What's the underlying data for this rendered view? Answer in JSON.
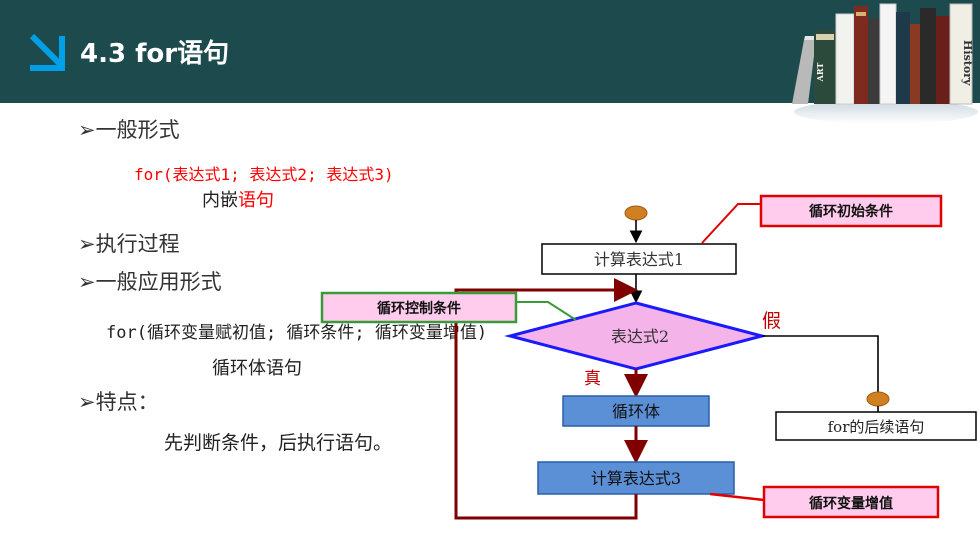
{
  "header": {
    "title": "4.3 for语句",
    "book_labels": [
      "ART",
      "History"
    ]
  },
  "content": {
    "bullet_general_form": "➢一般形式",
    "for_syntax": "for(表达式1; 表达式2; 表达式3)",
    "embedded_prefix": "内嵌",
    "embedded_statement": "语句",
    "bullet_execution": "➢执行过程",
    "bullet_application": "➢一般应用形式",
    "application_syntax": "for(循环变量赋初值; 循环条件; 循环变量增值)",
    "loop_body_statement": "循环体语句",
    "bullet_features": "➢特点：",
    "feature_text": "先判断条件，后执行语句。"
  },
  "flowchart": {
    "compute_expr1": "计算表达式1",
    "decision_expr2": "表达式2",
    "loop_body": "循环体",
    "compute_expr3": "计算表达式3",
    "after_statement": "for的后续语句",
    "true_label": "真",
    "false_label": "假",
    "callout_init": "循环初始条件",
    "callout_control": "循环控制条件",
    "callout_increment": "循环变量增值"
  },
  "colors": {
    "header_bg": "#1d4a4d",
    "accent_blue": "#00a0e9",
    "red_text": "#ff0000",
    "loop_arrow": "#800000",
    "decision_fill": "#f4b3e9",
    "decision_border": "#1a1aff",
    "process_fill": "#5b8fd6",
    "callout_fill": "#ffccee",
    "callout_green": "#3a9a3a",
    "callout_red": "#e00000"
  }
}
